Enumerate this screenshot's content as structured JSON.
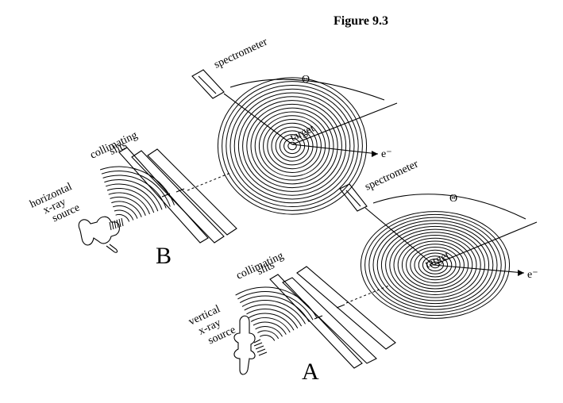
{
  "figure": {
    "title": "Figure 9.3"
  },
  "panel_b": {
    "letter": "B",
    "source_label": [
      "horizontal",
      "x-ray",
      "source"
    ],
    "slits_label": [
      "collimating",
      "slits"
    ],
    "spectrometer_label": "spectrometer",
    "angle_label": "Θ",
    "target_label": "target",
    "electron_label": "e⁻"
  },
  "panel_a": {
    "letter": "A",
    "source_label": [
      "vertical",
      "x-ray",
      "source"
    ],
    "slits_label": [
      "collimating",
      "slits"
    ],
    "spectrometer_label": "spectrometer",
    "angle_label": "Θ",
    "target_label": "target",
    "electron_label": "e⁻"
  }
}
